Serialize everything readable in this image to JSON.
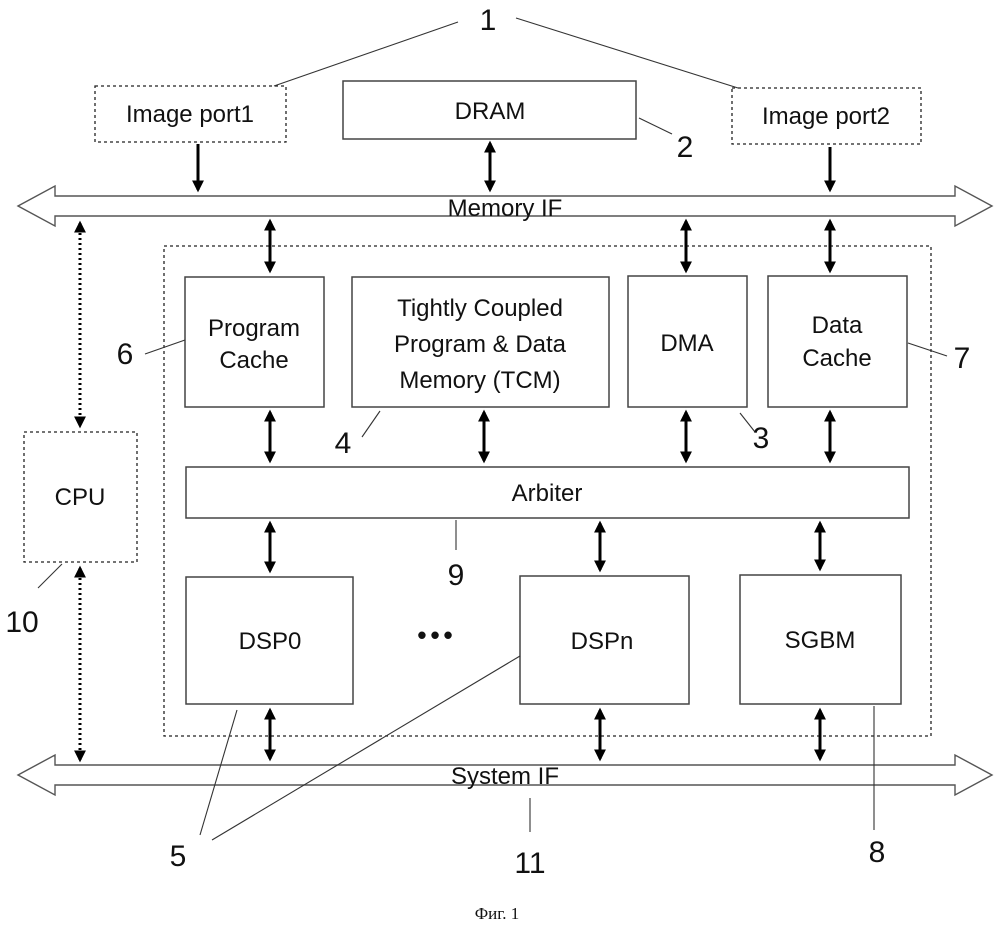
{
  "labels": {
    "image_port1": "Image port1",
    "image_port2": "Image port2",
    "dram": "DRAM",
    "memory_if": "Memory IF",
    "program_cache_l1": "Program",
    "program_cache_l2": "Cache",
    "tcm_l1": "Tightly Coupled",
    "tcm_l2": "Program & Data",
    "tcm_l3": "Memory (TCM)",
    "dma": "DMA",
    "data_cache_l1": "Data",
    "data_cache_l2": "Cache",
    "cpu": "CPU",
    "arbiter": "Arbiter",
    "dsp0": "DSP0",
    "ellipsis": "•••",
    "dspn": "DSPn",
    "sgbm": "SGBM",
    "system_if": "System IF"
  },
  "numbers": {
    "n1": "1",
    "n2": "2",
    "n3": "3",
    "n4": "4",
    "n5": "5",
    "n6": "6",
    "n7": "7",
    "n8": "8",
    "n9": "9",
    "n10": "10",
    "n11": "11"
  },
  "caption": "Фиг. 1"
}
